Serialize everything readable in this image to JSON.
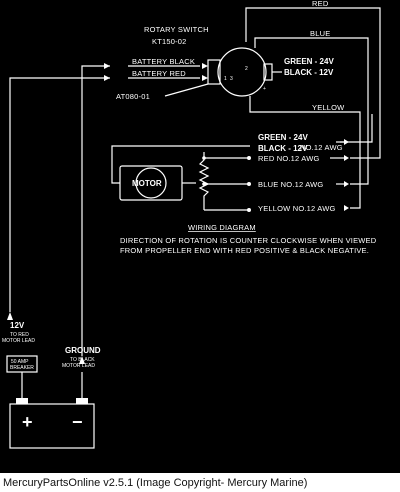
{
  "diagram": {
    "switch_title": "ROTARY SWITCH",
    "switch_part": "KT150-02",
    "battery_black_label": "BATTERY BLACK",
    "battery_red_label": "BATTERY RED",
    "adapter_part": "AT080-01",
    "switch_terminals": [
      "1",
      "2",
      "3"
    ],
    "switch_terminal_extra": "+",
    "wire_red": "RED",
    "wire_blue": "BLUE",
    "wire_yellow": "YELLOW",
    "switch_green_label": "GREEN - 24V",
    "switch_black_label": "BLACK - 12V",
    "motor_green_label": "GREEN - 24V",
    "motor_black_label": "BLACK - 12V",
    "motor_black_awg": "NO.12 AWG",
    "motor_label": "MOTOR",
    "red_awg": "RED NO.12 AWG",
    "blue_awg": "BLUE NO.12 AWG",
    "yellow_awg": "YELLOW NO.12 AWG",
    "diagram_title": "WIRING DIAGRAM",
    "rotation_note_1": "DIRECTION OF ROTATION IS COUNTER CLOCKWISE WHEN VIEWED",
    "rotation_note_2": "FROM PROPELLER END WITH RED POSITIVE & BLACK NEGATIVE.",
    "lead_12v": "12V",
    "lead_12v_sub_1": "TO RED",
    "lead_12v_sub_2": "MOTOR LEAD",
    "breaker_1": "50 AMP",
    "breaker_2": "BREAKER",
    "ground": "GROUND",
    "ground_sub_1": "TO BLACK",
    "ground_sub_2": "MOTOR LEAD",
    "battery_plus": "+",
    "battery_minus": "−"
  },
  "caption": "MercuryPartsOnline v2.5.1 (Image Copyright- Mercury Marine)"
}
